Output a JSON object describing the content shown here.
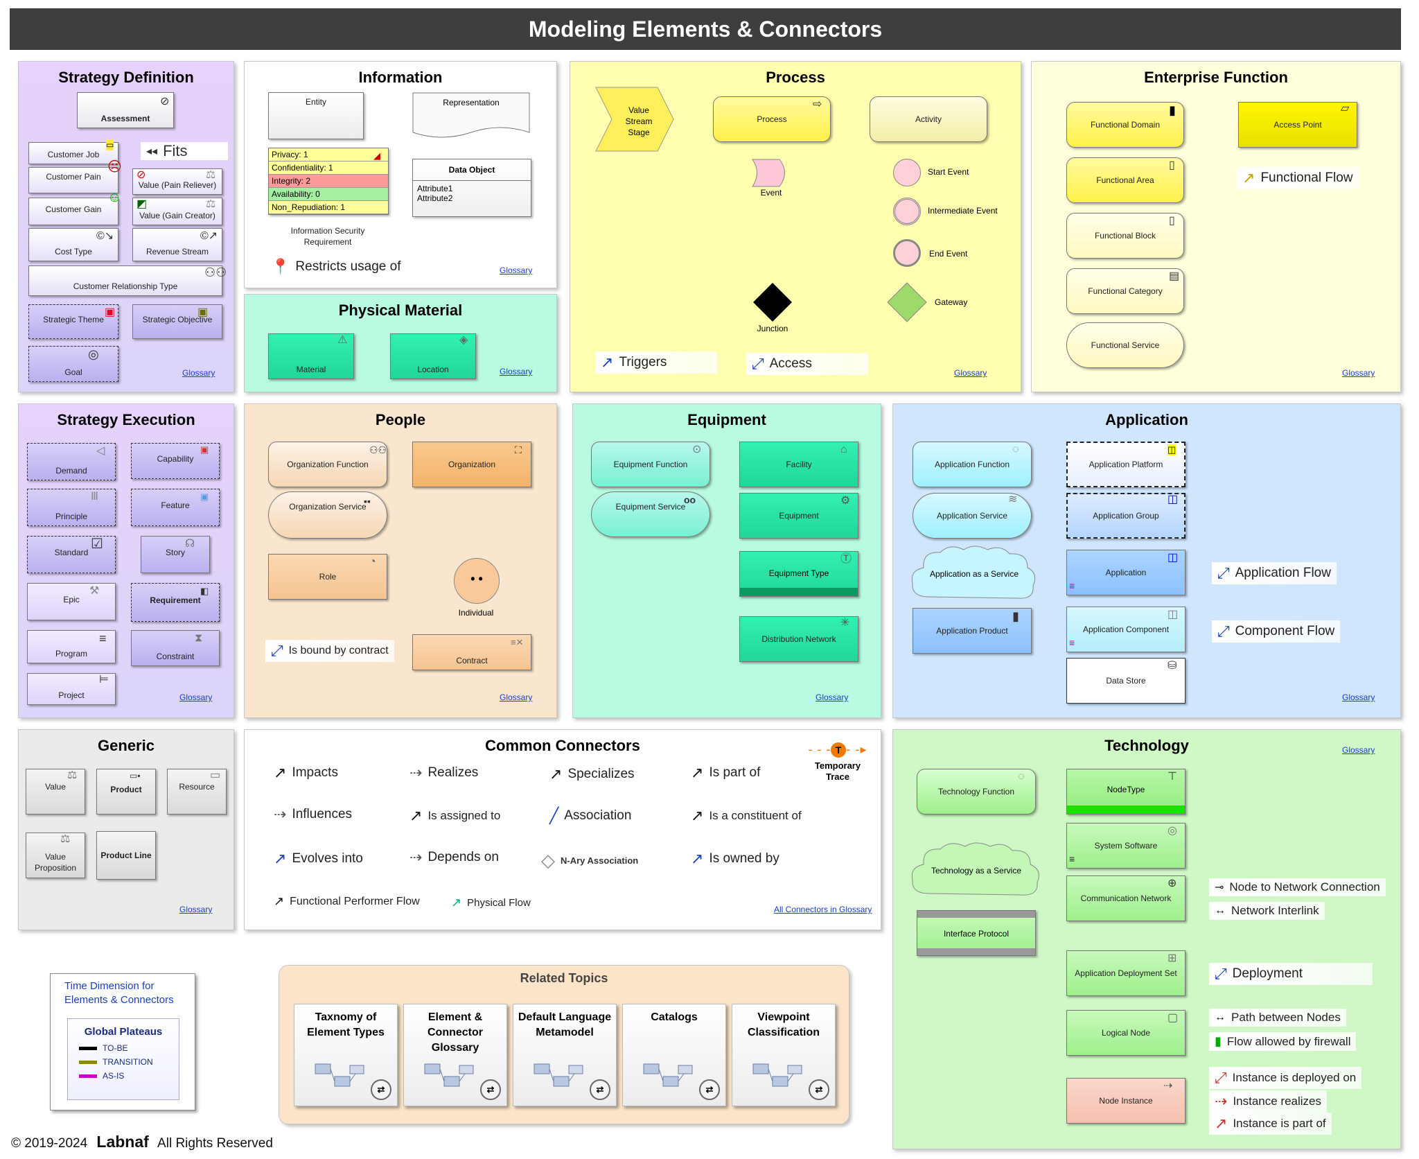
{
  "title": "Modeling Elements & Connectors",
  "glossary": "Glossary",
  "strategy_def": {
    "title": "Strategy Definition",
    "assessment": "Assessment",
    "customer_job": "Customer Job",
    "fits": "Fits",
    "customer_pain": "Customer Pain",
    "value_pain": "Value (Pain Reliever)",
    "customer_gain": "Customer Gain",
    "value_gain": "Value (Gain Creator)",
    "cost_type": "Cost Type",
    "revenue_stream": "Revenue Stream",
    "crt": "Customer Relationship Type",
    "strategic_theme": "Strategic Theme",
    "strategic_objective": "Strategic Objective",
    "goal": "Goal"
  },
  "information": {
    "title": "Information",
    "entity": "Entity",
    "representation": "Representation",
    "req_rows": [
      "Privacy: 1",
      "Confidentiality: 1",
      "Integrity: 2",
      "Availability: 0",
      "Non_Repudiation: 1"
    ],
    "req_row_colors": [
      "#ffff99",
      "#ffff99",
      "#ff9a9a",
      "#a3f0a3",
      "#ffff99"
    ],
    "req_label": "Information Security Requirement",
    "data_object": "Data Object",
    "attr1": "Attribute1",
    "attr2": "Attribute2",
    "restricts": "Restricts usage of"
  },
  "physical": {
    "title": "Physical Material",
    "material": "Material",
    "location": "Location"
  },
  "process": {
    "title": "Process",
    "value_stream": "Value Stream Stage",
    "process": "Process",
    "activity": "Activity",
    "event": "Event",
    "start_event": "Start Event",
    "intermediate_event": "Intermediate Event",
    "end_event": "End Event",
    "junction": "Junction",
    "gateway": "Gateway",
    "triggers": "Triggers",
    "access": "Access"
  },
  "enterprise": {
    "title": "Enterprise Function",
    "functional_domain": "Functional Domain",
    "access_point": "Access Point",
    "functional_area": "Functional Area",
    "functional_flow": "Functional Flow",
    "functional_block": "Functional Block",
    "functional_category": "Functional Category",
    "functional_service": "Functional Service"
  },
  "strategy_exec": {
    "title": "Strategy Execution",
    "demand": "Demand",
    "capability": "Capability",
    "principle": "Principle",
    "feature": "Feature",
    "standard": "Standard",
    "story": "Story",
    "epic": "Epic",
    "requirement": "Requirement",
    "program": "Program",
    "constraint": "Constraint",
    "project": "Project"
  },
  "people": {
    "title": "People",
    "org_function": "Organization Function",
    "organization": "Organization",
    "org_service": "Organization Service",
    "role": "Role",
    "individual": "Individual",
    "bound": "Is bound by contract",
    "contract": "Contract"
  },
  "equipment": {
    "title": "Equipment",
    "eq_function": "Equipment Function",
    "facility": "Facility",
    "eq_service": "Equipment Service",
    "equipment": "Equipment",
    "eq_type": "Equipment Type",
    "distribution": "Distribution Network"
  },
  "application": {
    "title": "Application",
    "app_function": "Application Function",
    "app_platform": "Application Platform",
    "app_service": "Application Service",
    "app_group": "Application Group",
    "app_saas": "Application as a Service",
    "application": "Application",
    "app_flow": "Application Flow",
    "app_product": "Application Product",
    "app_component": "Application Component",
    "comp_flow": "Component Flow",
    "data_store": "Data Store"
  },
  "generic": {
    "title": "Generic",
    "value": "Value",
    "product": "Product",
    "resource": "Resource",
    "value_prop": "Value Proposition",
    "product_line": "Product Line"
  },
  "common": {
    "title": "Common Connectors",
    "impacts": "Impacts",
    "realizes": "Realizes",
    "specializes": "Specializes",
    "is_part_of": "Is part of",
    "temporary_trace": "Temporary Trace",
    "influences": "Influences",
    "assigned": "Is assigned to",
    "association": "Association",
    "constituent": "Is a constituent of",
    "evolves": "Evolves into",
    "depends": "Depends on",
    "nary": "N-Ary Association",
    "owned": "Is owned by",
    "fpf": "Functional Performer Flow",
    "physical_flow": "Physical Flow",
    "all_conn": "All Connectors in Glossary"
  },
  "technology": {
    "title": "Technology",
    "tech_function": "Technology Function",
    "node_type": "NodeType",
    "tech_saas": "Technology as a Service",
    "system_software": "System Software",
    "comm_network": "Communication Network",
    "node_net": "Node to Network Connection",
    "net_interlink": "Network Interlink",
    "interface_protocol": "Interface Protocol",
    "app_deploy_set": "Application Deployment Set",
    "deployment": "Deployment",
    "logical_node": "Logical Node",
    "path_nodes": "Path between Nodes",
    "firewall": "Flow allowed by firewall",
    "node_instance": "Node Instance",
    "inst_deployed": "Instance is deployed on",
    "inst_realizes": "Instance realizes",
    "inst_part": "Instance is part of"
  },
  "related": {
    "title": "Related Topics",
    "topics": [
      "Taxnomy of Element Types",
      "Element & Connector Glossary",
      "Default Language Metamodel",
      "Catalogs",
      "Viewpoint Classification"
    ]
  },
  "time": {
    "title": "Time Dimension for Elements & Connectors",
    "plateaus": "Global Plateaus",
    "items": [
      "TO-BE",
      "TRANSITION",
      "AS-IS"
    ],
    "colors": [
      "#000000",
      "#8a8a00",
      "#cc00cc"
    ]
  },
  "footer": {
    "copy": "© 2019-2024",
    "brand": "Labnaf",
    "rights": "All Rights Reserved"
  }
}
